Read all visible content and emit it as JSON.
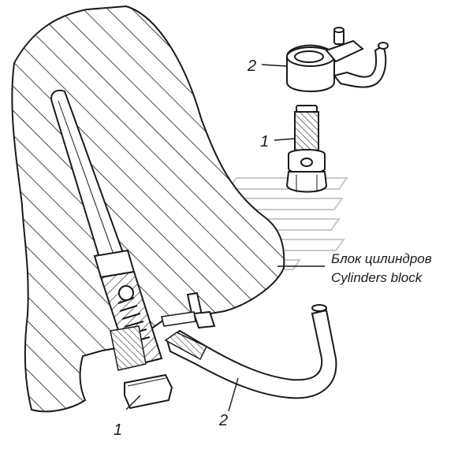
{
  "callouts": {
    "part1_top": "1",
    "part2_top": "2",
    "part1_bottom": "1",
    "part2_bottom": "2"
  },
  "caption": {
    "line_ru": "Блок цилиндров",
    "line_en": "Cylinders block"
  },
  "watermark": {
    "icon": "ge-logo-watermark-icon"
  },
  "colors": {
    "stroke": "#1a1a1a",
    "fill": "#ffffff",
    "watermark": "#cfcfcf"
  }
}
